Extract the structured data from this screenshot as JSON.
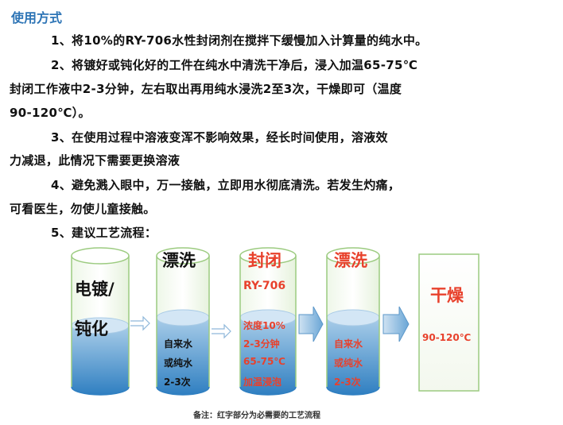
{
  "heading": "使用方式",
  "paragraphs": [
    "1、将10%的RY-706水性封闭剂在搅拌下缓慢加入计算量的纯水中。",
    "2、将镀好或钝化好的工件在纯水中清洗干净后，浸入加温65-75℃",
    "封闭工作液中2-3分钟，左右取出再用纯水浸洗2至3次，干燥即可（温度",
    "90-120℃）。",
    "3、在使用过程中溶液变浑不影响效果，经长时间使用，溶液效",
    "力减退，此情况下需要更换溶液",
    "4、避免溅入眼中，万一接触，立即用水彻底清洗。若发生灼痛，",
    "可看医生，勿使儿童接触。",
    "5、建议工艺流程："
  ],
  "flow": {
    "step1": {
      "line1": "电镀/",
      "line2": "钝化"
    },
    "step2": {
      "title": "漂洗",
      "l1": "自来水",
      "l2": "或纯水",
      "l3": "2-3次"
    },
    "step3": {
      "title": "封闭",
      "sub": "RY-706",
      "l1": "浓度10%",
      "l2": "2-3分钟",
      "l3": "65-75℃",
      "l4": "加温浸泡"
    },
    "step4": {
      "title": "漂洗",
      "l1": "自来水",
      "l2": "或纯水",
      "l3": "2-3次"
    },
    "step5": {
      "title": "干燥",
      "l1": "90-120℃"
    }
  },
  "note": "备注：红字部分为必需要的工艺流程",
  "colors": {
    "heading": "#2e75b6",
    "red": "#e8412c",
    "black": "#111111"
  }
}
